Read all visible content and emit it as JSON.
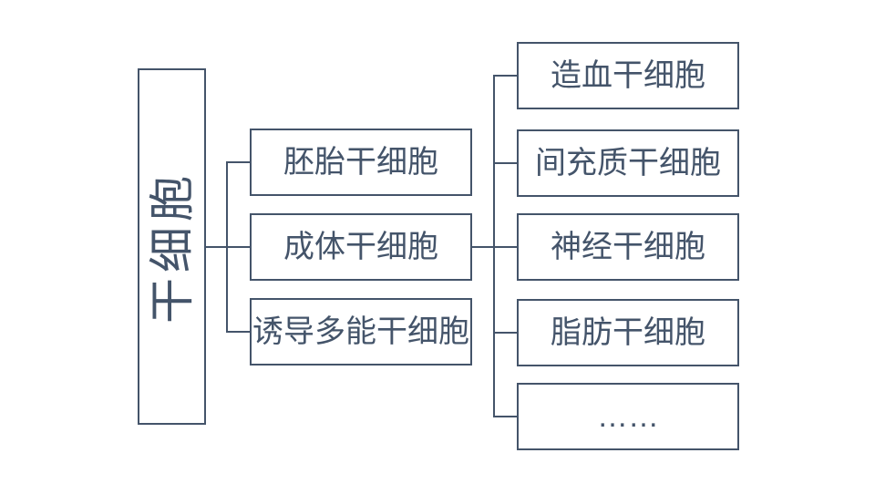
{
  "colors": {
    "line": "#44546A",
    "text": "#44546A",
    "background": "#ffffff"
  },
  "tree": {
    "root": {
      "label": "干细胞"
    },
    "level2": [
      {
        "label": "胚胎干细胞",
        "children": []
      },
      {
        "label": "成体干细胞",
        "children": [
          {
            "label": "造血干细胞"
          },
          {
            "label": "间充质干细胞"
          },
          {
            "label": "神经干细胞"
          },
          {
            "label": "脂肪干细胞"
          },
          {
            "label": "……"
          }
        ]
      },
      {
        "label": "诱导多能干细胞",
        "children": []
      }
    ]
  }
}
